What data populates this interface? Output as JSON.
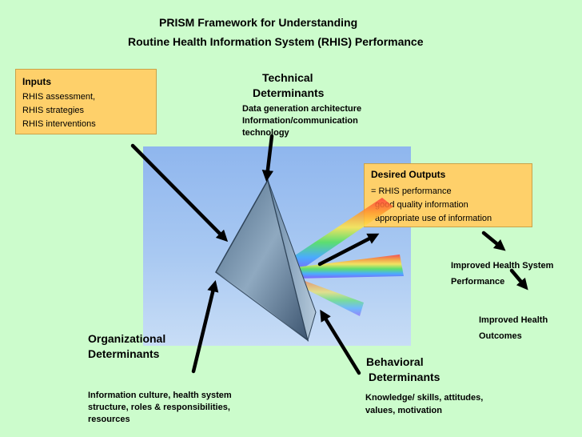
{
  "title": {
    "line1": "PRISM Framework for Understanding",
    "line2": "Routine Health Information System (RHIS) Performance"
  },
  "inputs": {
    "heading": "Inputs",
    "items": [
      "RHIS assessment,",
      "RHIS strategies",
      "RHIS interventions"
    ]
  },
  "technical": {
    "heading_line1": "Technical",
    "heading_line2": "Determinants",
    "items": [
      "Data generation architecture",
      "Information/communication",
      "technology"
    ]
  },
  "outputs": {
    "heading": "Desired Outputs",
    "items": [
      "= RHIS performance",
      "good quality information",
      "appropriate use of information"
    ]
  },
  "health_system": {
    "line1": "Improved Health System",
    "line2": "Performance"
  },
  "health_outcomes": {
    "line1": "Improved Health",
    "line2": "Outcomes"
  },
  "organizational": {
    "heading_line1": "Organizational",
    "heading_line2": "Determinants",
    "items": [
      "Information culture, health system",
      "structure, roles & responsibilities,",
      "resources"
    ]
  },
  "behavioral": {
    "heading_line1": "Behavioral",
    "heading_line2": "Determinants",
    "items": [
      "Knowledge/ skills, attitudes,",
      "values, motivation"
    ]
  },
  "colors": {
    "background": "#ccfccc",
    "box_fill": "#fed06a",
    "arrow": "#000000"
  }
}
